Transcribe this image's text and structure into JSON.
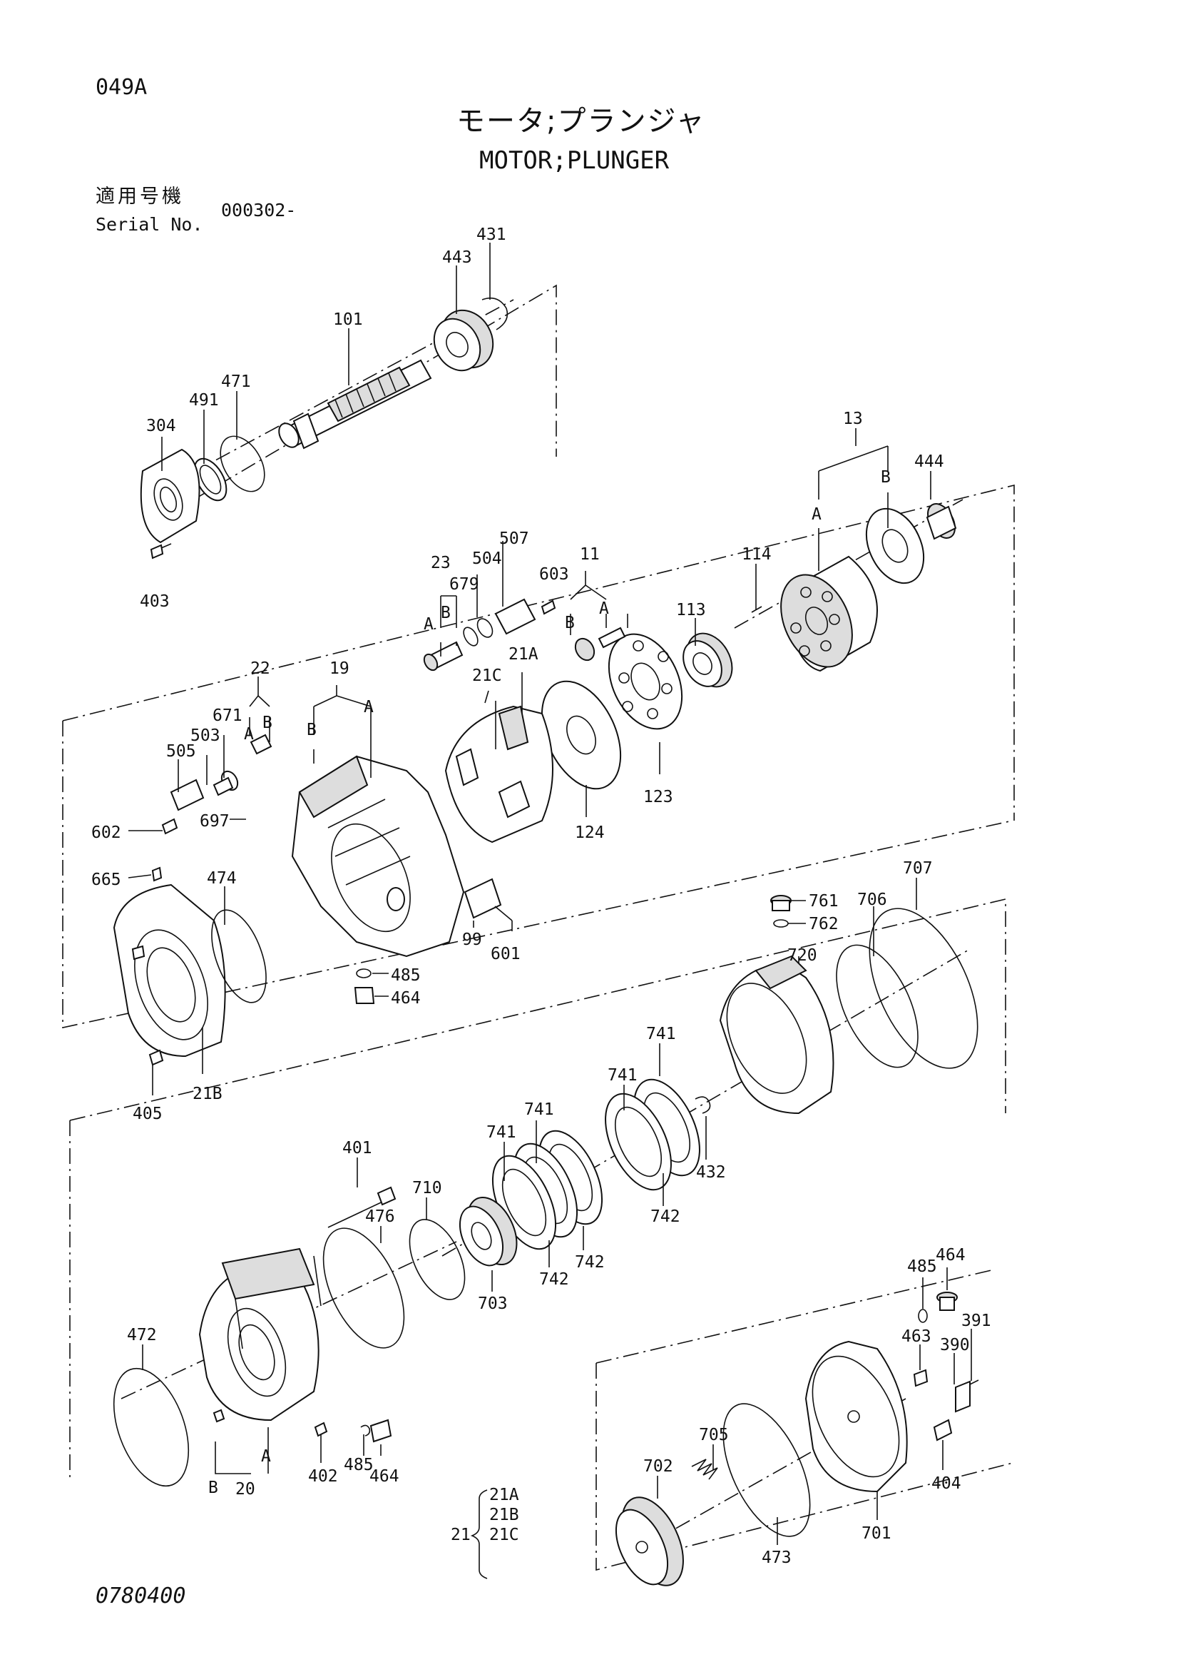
{
  "header": {
    "page_code": "049A",
    "title_jp": "モータ;プランジャ",
    "title_en": "MOTOR;PLUNGER",
    "serial_label_jp": "適用号機",
    "serial_label_en": "Serial No.",
    "serial_value": "000302-"
  },
  "footer": {
    "code": "0780400"
  },
  "callouts": {
    "p431": "431",
    "p443": "443",
    "p101": "101",
    "p471": "471",
    "p491": "491",
    "p304": "304",
    "p403": "403",
    "p13": "13",
    "p444": "444",
    "p13a": "A",
    "p13b": "B",
    "p507": "507",
    "p504": "504",
    "p603": "603",
    "p679": "679",
    "p23": "23",
    "p23a": "A",
    "p23b": "B",
    "p11": "11",
    "p11a": "A",
    "p11b": "B",
    "p114": "114",
    "p113": "113",
    "p21a": "21A",
    "p21c": "21C",
    "p19": "19",
    "p19a": "A",
    "p19b": "B",
    "p22": "22",
    "p22a": "A",
    "p22b": "B",
    "p671": "671",
    "p503": "503",
    "p505": "505",
    "p602": "602",
    "p697": "697",
    "p123": "123",
    "p124": "124",
    "p665": "665",
    "p474": "474",
    "p99": "99",
    "p601": "601",
    "p485a": "485",
    "p464a": "464",
    "p405": "405",
    "p21b": "21B",
    "p761": "761",
    "p762": "762",
    "p706": "706",
    "p707": "707",
    "p720": "720",
    "p741a": "741",
    "p741b": "741",
    "p741c": "741",
    "p741d": "741",
    "p432": "432",
    "p742a": "742",
    "p742b": "742",
    "p742c": "742",
    "p401": "401",
    "p710": "710",
    "p476": "476",
    "p703": "703",
    "p472": "472",
    "p20": "20",
    "p20a": "A",
    "p20b": "B",
    "p402": "402",
    "p485b": "485",
    "p464b": "464",
    "p485c": "485",
    "p464c": "464",
    "p463": "463",
    "p391": "391",
    "p390": "390",
    "p404": "404",
    "p705": "705",
    "p702": "702",
    "p473": "473",
    "p701": "701",
    "g21": "21",
    "g21a": "21A",
    "g21b": "21B",
    "g21c": "21C"
  }
}
